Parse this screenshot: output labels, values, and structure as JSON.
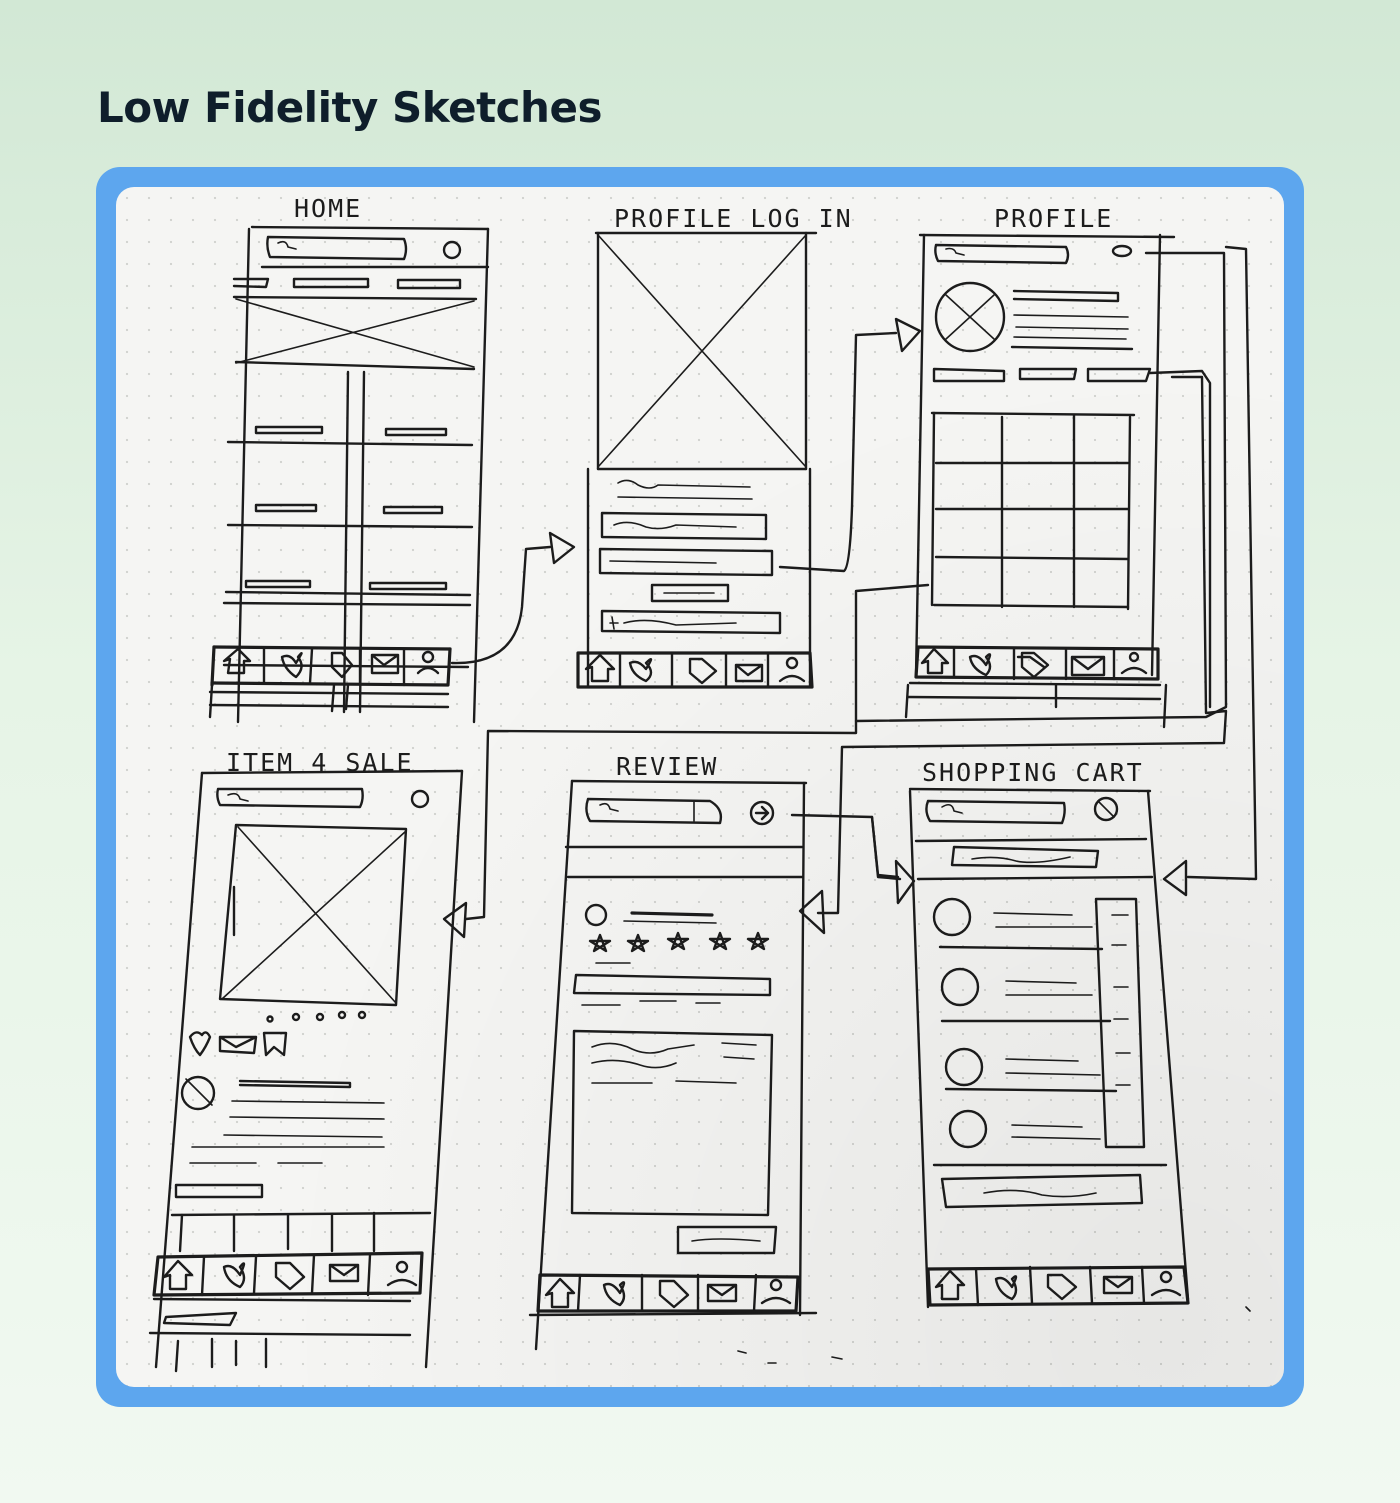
{
  "header": {
    "title": "Low Fidelity Sketches"
  },
  "screens": [
    {
      "id": "home",
      "label": "HOME"
    },
    {
      "id": "profile-login",
      "label": "PROFILE LOG IN"
    },
    {
      "id": "profile",
      "label": "PROFILE"
    },
    {
      "id": "item-for-sale",
      "label": "ITEM 4 SALE"
    },
    {
      "id": "review",
      "label": "REVIEW"
    },
    {
      "id": "shopping-cart",
      "label": "SHOPPING CART"
    }
  ],
  "colors": {
    "frame": "#5da6ee",
    "title": "#0f1e2b",
    "paper": "#f5f5f3",
    "ink": "#1c1c1c"
  }
}
